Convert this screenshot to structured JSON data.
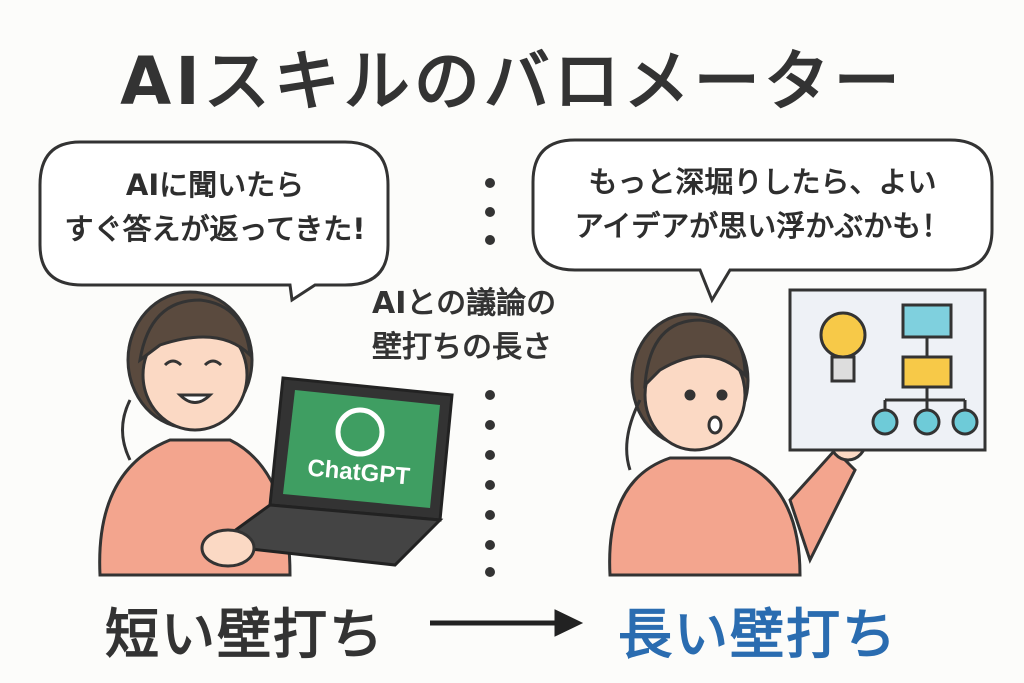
{
  "title": "AIスキルのバロメーター",
  "left_bubble": {
    "line1": "AIに聞いたら",
    "line2": "すぐ答えが返ってきた!"
  },
  "right_bubble": {
    "line1": "もっと深堀りしたら、よい",
    "line2": "アイデアが思い浮かぶかも！"
  },
  "center_label": {
    "line1": "AIとの議論の",
    "line2": "壁打ちの長さ"
  },
  "laptop_screen": {
    "text": "ChatGPT",
    "color": "#3f9e62"
  },
  "bottom": {
    "left": "短い壁打ち",
    "right": "長い壁打ち",
    "left_color": "#333333",
    "right_color": "#2a6cb0"
  }
}
